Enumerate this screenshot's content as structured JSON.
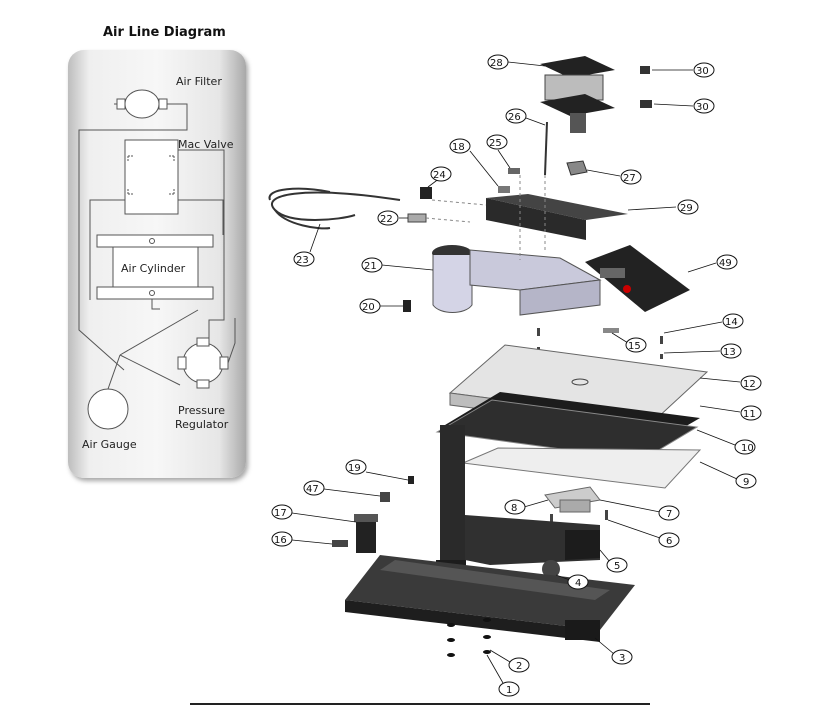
{
  "title": "Air Line Diagram",
  "diagram_labels": {
    "air_filter": "Air Filter",
    "mac_valve": "Mac Valve",
    "air_cylinder": "Air Cylinder",
    "pressure": "Pressure",
    "regulator": "Regulator",
    "air_gauge": "Air Gauge"
  },
  "callouts": [
    "28",
    "30",
    "30",
    "26",
    "25",
    "18",
    "27",
    "24",
    "29",
    "22",
    "23",
    "21",
    "49",
    "20",
    "14",
    "15",
    "13",
    "12",
    "11",
    "10",
    "9",
    "19",
    "47",
    "8",
    "7",
    "17",
    "6",
    "16",
    "5",
    "4",
    "3",
    "2",
    "1"
  ]
}
